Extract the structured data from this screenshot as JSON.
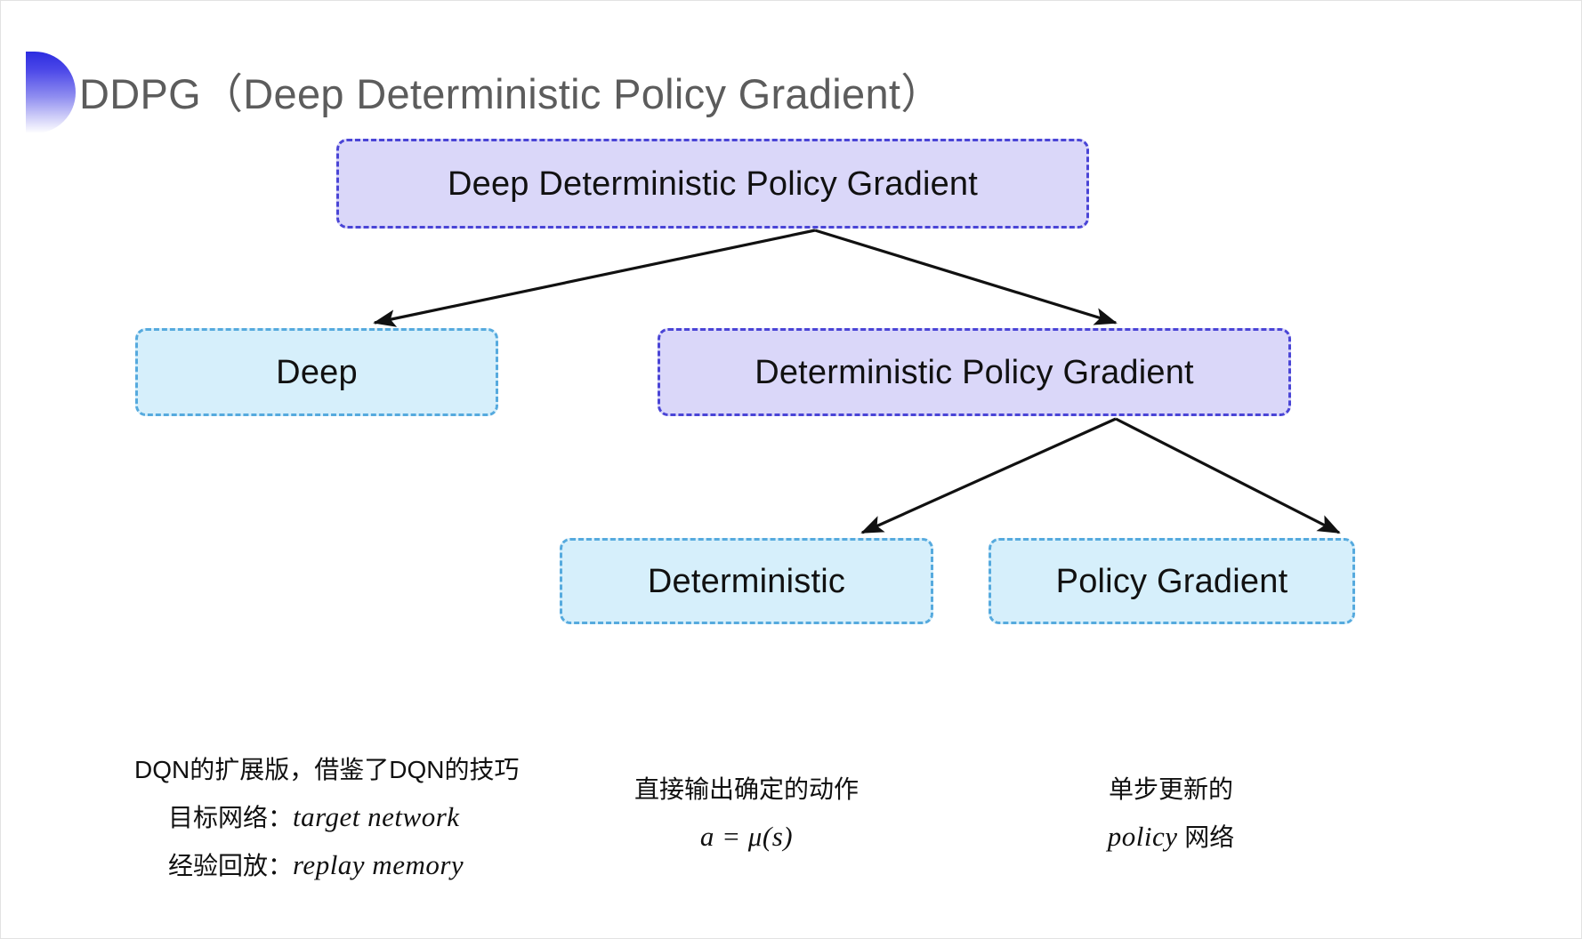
{
  "slide": {
    "title": "DDPG（Deep Deterministic Policy Gradient）",
    "title_color": "#5c5c5c",
    "background": "#ffffff",
    "decoration_icon": "half-circle-gradient"
  },
  "palette": {
    "purple_fill": "#dad7f9",
    "purple_border": "#4a45d6",
    "cyan_fill": "#d6effb",
    "cyan_border": "#56aade",
    "arrow_color": "#111111"
  },
  "diagram": {
    "nodes": [
      {
        "id": "root",
        "label": "Deep Deterministic Policy Gradient",
        "style": "purple"
      },
      {
        "id": "deep",
        "label": "Deep",
        "style": "cyan"
      },
      {
        "id": "dpg",
        "label": "Deterministic Policy Gradient",
        "style": "purple"
      },
      {
        "id": "deterministic",
        "label": "Deterministic",
        "style": "cyan"
      },
      {
        "id": "policy_gradient",
        "label": "Policy Gradient",
        "style": "cyan"
      }
    ],
    "edges": [
      {
        "from": "root",
        "to": "deep"
      },
      {
        "from": "root",
        "to": "dpg"
      },
      {
        "from": "dpg",
        "to": "deterministic"
      },
      {
        "from": "dpg",
        "to": "policy_gradient"
      }
    ]
  },
  "annotations": {
    "left": {
      "line1": "DQN的扩展版，借鉴了DQN的技巧",
      "line2_label": "目标网络：",
      "line2_term": "target network",
      "line3_label": "经验回放：",
      "line3_term": "replay memory"
    },
    "middle": {
      "line1": "直接输出确定的动作",
      "line2": "a = μ(s)"
    },
    "right": {
      "line1": "单步更新的",
      "line2_term": "policy",
      "line2_rest": " 网络"
    }
  }
}
